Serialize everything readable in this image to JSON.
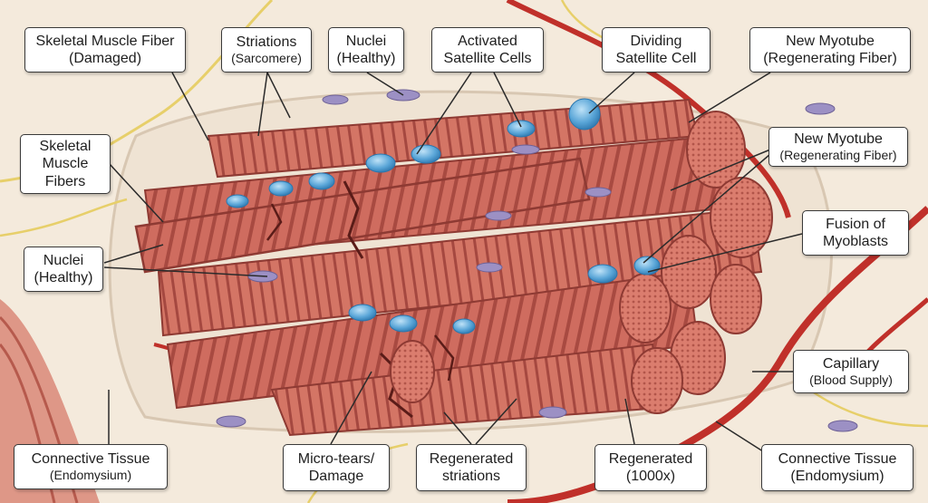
{
  "labels": {
    "skeletal_muscle_fiber_damaged": {
      "line1": "Skeletal Muscle Fiber",
      "line2": "(Damaged)"
    },
    "striations_sarcomere": {
      "line1": "Striations",
      "line2": "(Sarcomere)"
    },
    "nuclei_healthy_top": {
      "line1": "Nuclei",
      "line2": "(Healthy)"
    },
    "activated_satellite_cells": {
      "line1": "Activated",
      "line2": "Satellite Cells"
    },
    "dividing_satellite_cell": {
      "line1": "Dividing",
      "line2": "Satellite Cell"
    },
    "new_myotube_top": {
      "line1": "New Myotube",
      "line2": "(Regenerating Fiber)"
    },
    "skeletal_muscle_fibers": {
      "line1": "Skeletal",
      "line2": "Muscle",
      "line3": "Fibers"
    },
    "new_myotube_mid": {
      "line1": "New Myotube",
      "line2": "(Regenerating Fiber)"
    },
    "nuclei_healthy_left": {
      "line1": "Nuclei",
      "line2": "(Healthy)"
    },
    "fusion_of_myoblasts": {
      "line1": "Fusion of",
      "line2": "Myoblasts"
    },
    "capillary": {
      "line1": "Capillary",
      "line2": "(Blood Supply)"
    },
    "connective_tissue_left": {
      "line1": "Connective Tissue",
      "line2": "(Endomysium)"
    },
    "micro_tears": {
      "line1": "Micro-tears/",
      "line2": "Damage"
    },
    "regenerated_striations": {
      "line1": "Regenerated",
      "line2": "striations"
    },
    "regenerated_1000x": {
      "line1": "Regenerated",
      "line2": "(1000x)"
    },
    "connective_tissue_right": {
      "line1": "Connective Tissue",
      "line2": "(Endomysium)"
    }
  },
  "colors": {
    "background": "#f4eadc",
    "muscle": "#c9665a",
    "muscle_dark": "#8e3a33",
    "striation": "#a54a41",
    "cross_section": "#d9776a",
    "satellite_cell": "#5aa6d8",
    "nucleus": "#9c90c4",
    "vessel": "#c0302a",
    "nerve": "#e7cf6a",
    "leader": "#2b2b2b"
  }
}
